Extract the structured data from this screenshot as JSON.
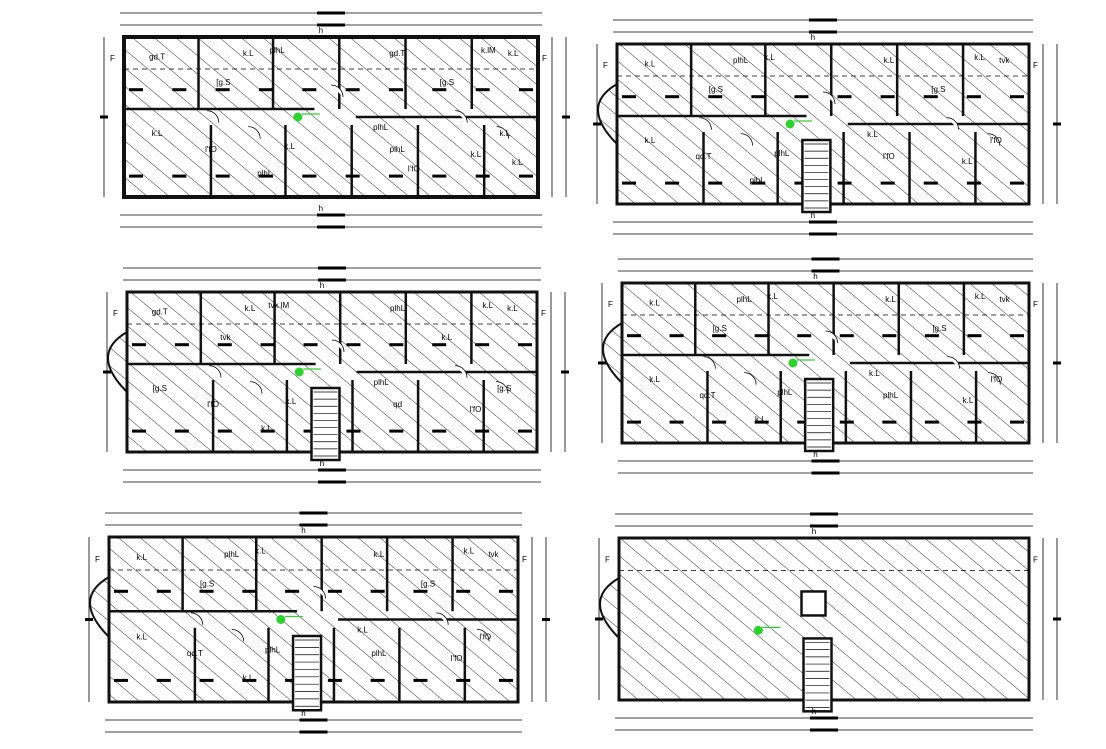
{
  "palette": {
    "ink": "#000000",
    "wall": "#111111",
    "hatch": "#1a1a1a",
    "marker": "#2fd12f",
    "paper": "#ffffff"
  },
  "markers": {
    "section_h": "h",
    "section_f": "F"
  },
  "plans": [
    {
      "id": "plan-1",
      "rooms": [
        {
          "text": "gd.T"
        },
        {
          "text": "k.L"
        },
        {
          "text": "plhL"
        },
        {
          "text": "gd.T"
        },
        {
          "text": "k.lM"
        },
        {
          "text": "k.L"
        },
        {
          "text": "[g.S"
        },
        {
          "text": "[g.S"
        },
        {
          "text": "k.L"
        },
        {
          "text": "plhL"
        },
        {
          "text": "k.L"
        },
        {
          "text": "l'fO"
        },
        {
          "text": "k.L"
        },
        {
          "text": "plhL"
        },
        {
          "text": "k.L"
        },
        {
          "text": "plhL"
        },
        {
          "text": "l'fO"
        },
        {
          "text": "k.L"
        }
      ]
    },
    {
      "id": "plan-2",
      "rooms": [
        {
          "text": "k.L"
        },
        {
          "text": "plhL"
        },
        {
          "text": "k.L"
        },
        {
          "text": "k.L"
        },
        {
          "text": "k.L"
        },
        {
          "text": "tvk"
        },
        {
          "text": "[g.S"
        },
        {
          "text": "[g.S"
        },
        {
          "text": "k.L"
        },
        {
          "text": "k.L"
        },
        {
          "text": "l'fO"
        },
        {
          "text": "qd.T"
        },
        {
          "text": "plhL"
        },
        {
          "text": "l'fO"
        },
        {
          "text": "k.L"
        },
        {
          "text": "plhL"
        }
      ]
    },
    {
      "id": "plan-3",
      "rooms": [
        {
          "text": "gd.T"
        },
        {
          "text": "k.L"
        },
        {
          "text": "tvk lM"
        },
        {
          "text": "plhL"
        },
        {
          "text": "k.L"
        },
        {
          "text": "k.L"
        },
        {
          "text": "tvk"
        },
        {
          "text": "k.L"
        },
        {
          "text": "[g.S"
        },
        {
          "text": "plhL"
        },
        {
          "text": "[g.S"
        },
        {
          "text": "l'fO"
        },
        {
          "text": "k.L"
        },
        {
          "text": "qd"
        },
        {
          "text": "l'fO"
        },
        {
          "text": "k.L"
        }
      ]
    },
    {
      "id": "plan-4",
      "rooms": [
        {
          "text": "k.L"
        },
        {
          "text": "plhL"
        },
        {
          "text": "k.L"
        },
        {
          "text": "k.L"
        },
        {
          "text": "k.L"
        },
        {
          "text": "tvk"
        },
        {
          "text": "[g.S"
        },
        {
          "text": "[g.S"
        },
        {
          "text": "k.L"
        },
        {
          "text": "k.L"
        },
        {
          "text": "l'fO"
        },
        {
          "text": "qd.T"
        },
        {
          "text": "plhL"
        },
        {
          "text": "plhL"
        },
        {
          "text": "k.L"
        },
        {
          "text": "k.L"
        }
      ]
    },
    {
      "id": "plan-5",
      "rooms": [
        {
          "text": "k.L"
        },
        {
          "text": "plhL"
        },
        {
          "text": "k.L"
        },
        {
          "text": "k.L"
        },
        {
          "text": "k.L"
        },
        {
          "text": "tvk"
        },
        {
          "text": "[g.S"
        },
        {
          "text": "[g.S"
        },
        {
          "text": "k.L"
        },
        {
          "text": "k.L"
        },
        {
          "text": "l'fO"
        },
        {
          "text": "qd.T"
        },
        {
          "text": "plhL"
        },
        {
          "text": "plhL"
        },
        {
          "text": "l'fO"
        },
        {
          "text": "k.L"
        }
      ]
    },
    {
      "id": "plan-6",
      "rooms": []
    }
  ]
}
